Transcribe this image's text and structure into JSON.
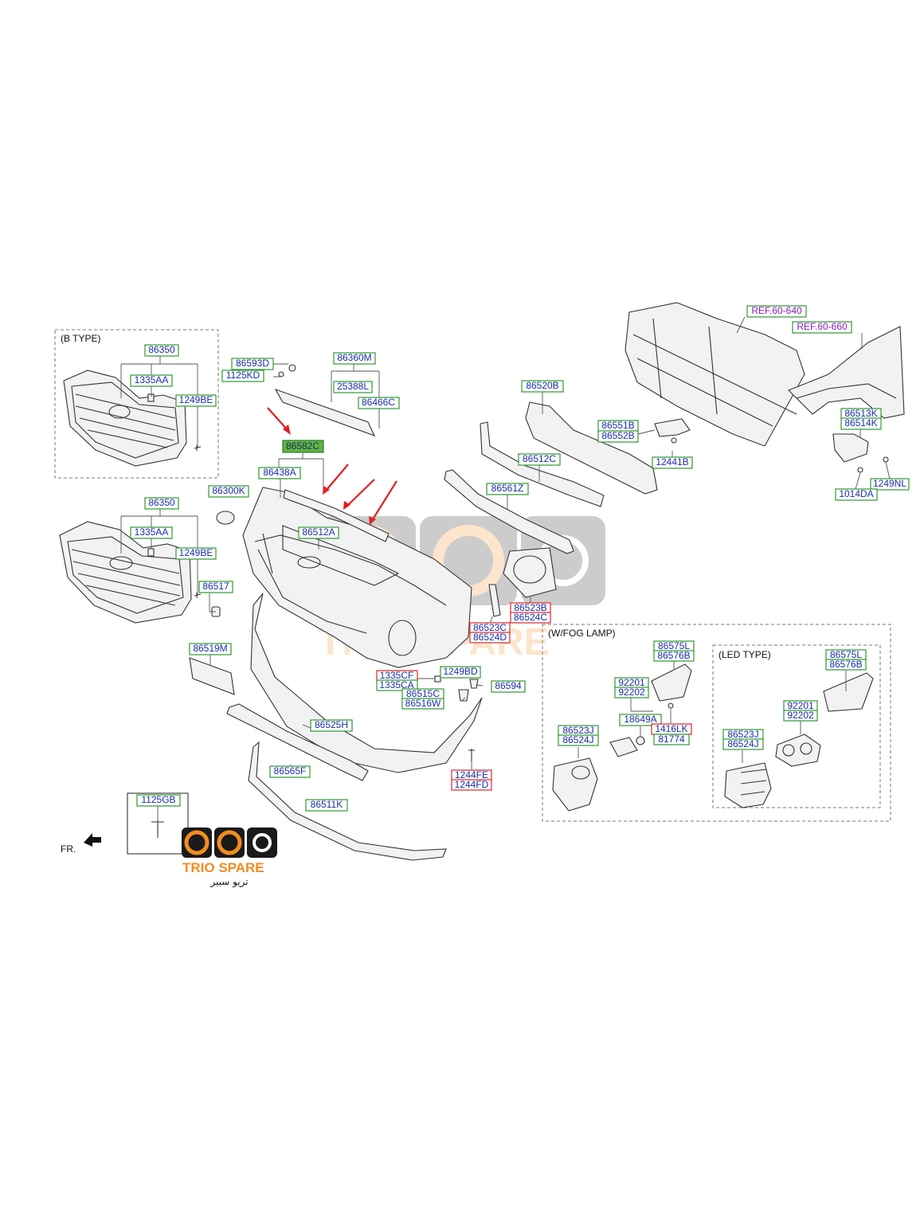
{
  "sections": {
    "b_type": "(B TYPE)",
    "fog_lamp": "(W/FOG LAMP)",
    "led_type": "(LED TYPE)",
    "front_marker": "FR."
  },
  "watermark": {
    "brand": "TRIO SPARE",
    "brand_arabic": "تريو سبير",
    "colors": {
      "orange": "#f28c1e",
      "dark": "#1a1a1a"
    }
  },
  "labels": {
    "p86350a": "86350",
    "p1335aa_a": "1335AA",
    "p1249be_a": "1249BE",
    "p86593d": "86593D",
    "p1125kd": "1125KD",
    "p86360m": "86360M",
    "p25388l": "25388L",
    "p86466c": "86466C",
    "p86582c": "86582C",
    "p86438a": "86438A",
    "p86300k": "86300K",
    "p86512a": "86512A",
    "p86350b": "86350",
    "p1335aa_b": "1335AA",
    "p1249be_b": "1249BE",
    "p86517": "86517",
    "p86519m": "86519M",
    "p86520b": "86520B",
    "p86551b": "86551B",
    "p86552b": "86552B",
    "p12441b": "12441B",
    "p86512c": "86512C",
    "p86561z": "86561Z",
    "ref60640": "REF.60-640",
    "ref60660": "REF.60-660",
    "p86513k": "86513K",
    "p86514k": "86514K",
    "p1249nl": "1249NL",
    "p1014da": "1014DA",
    "p86523b": "86523B",
    "p86524c": "86524C",
    "p86523c": "86523C",
    "p86524d": "86524D",
    "p1249bd": "1249BD",
    "p1335cf": "1335CF",
    "p1335ca": "1335CA",
    "p86594": "86594",
    "p86515c": "86515C",
    "p86516w": "86516W",
    "p86525h": "86525H",
    "p86565f": "86565F",
    "p1244fe": "1244FE",
    "p1244fd": "1244FD",
    "p86511k": "86511K",
    "p1125gb": "1125GB",
    "p86575l_a": "86575L",
    "p86576b_a": "86576B",
    "p92201_a": "92201",
    "p92202_a": "92202",
    "p18649a": "18649A",
    "p1416lk": "1416LK",
    "p81774": "81774",
    "p86523j_a": "86523J",
    "p86524j_a": "86524J",
    "p86575l_b": "86575L",
    "p86576b_b": "86576B",
    "p92201_b": "92201",
    "p92202_b": "92202",
    "p86523j_b": "86523J",
    "p86524j_b": "86524J"
  }
}
